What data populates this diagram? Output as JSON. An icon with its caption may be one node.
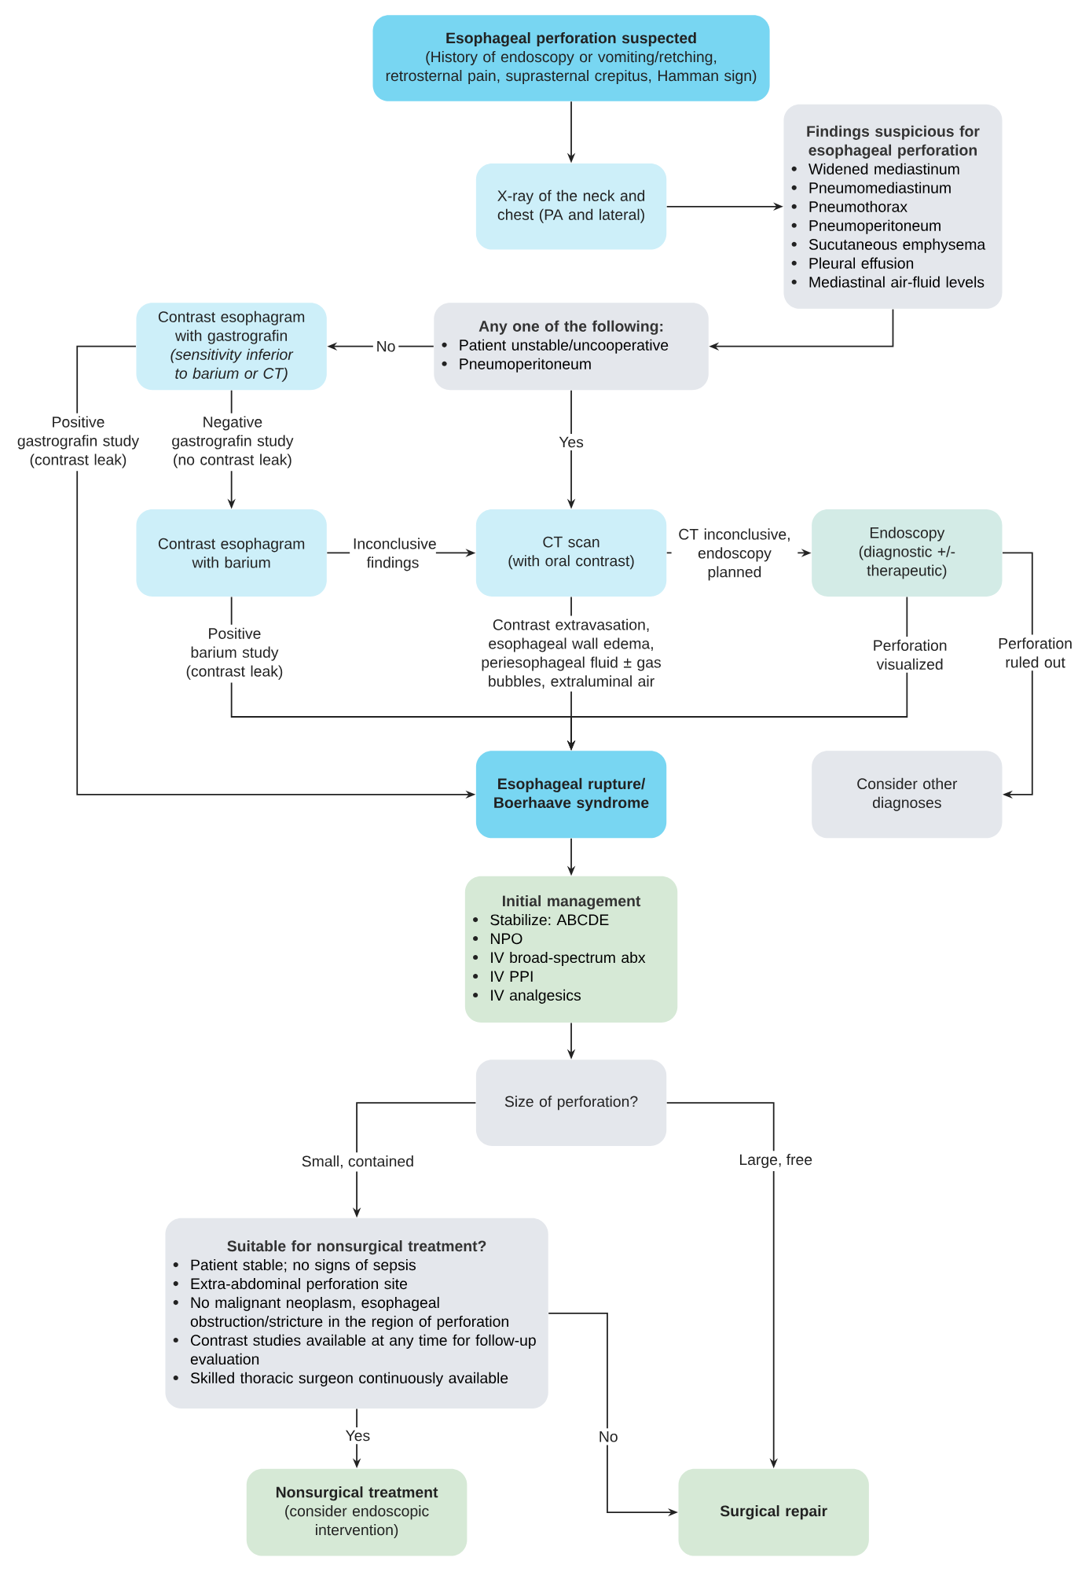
{
  "diagram": {
    "nodes": [
      {
        "text": [
          "Esophageal perforation suspected",
          "(History of endoscopy or vomiting/retching, retrosternal pain, suprasternal crepitus, Hamman sign)"
        ]
      },
      {
        "text": [
          "X-ray of the neck and chest (PA and lateral)"
        ]
      },
      {
        "text": [
          "Findings suspicious for esophageal perforation",
          "Widened mediastinum",
          "Pneumomediastinum",
          "Pneumothorax",
          "Pneumoperitoneum",
          "Sucutaneous emphysema",
          "Pleural effusion",
          "Mediastinal air-fluid levels"
        ]
      },
      {
        "text": [
          "Any one of the following:",
          "Patient unstable/uncooperative",
          "Pneumoperitoneum"
        ]
      },
      {
        "text": [
          "Contrast esophagram with gastrografin",
          "(sensitivity inferior to barium or CT)"
        ]
      },
      {
        "text": [
          "Contrast esophagram with barium"
        ]
      },
      {
        "text": [
          "CT scan",
          "(with oral contrast)"
        ]
      },
      {
        "text": [
          "Endoscopy",
          "(diagnostic +/- therapeutic)"
        ]
      },
      {
        "text": [
          "Esophageal rupture/ Boerhaave syndrome"
        ]
      },
      {
        "text": [
          "Consider other diagnoses"
        ]
      },
      {
        "text": [
          "Initial management",
          "Stabilize: ABCDE",
          "NPO",
          "IV broad-spectrum abx",
          "IV PPI",
          "IV analgesics"
        ]
      },
      {
        "text": [
          "Size of perforation?"
        ]
      },
      {
        "text": [
          "Suitable for nonsurgical treatment?",
          "Patient stable; no signs of sepsis",
          "Extra-abdominal perforation site",
          "No malignant neoplasm, esophageal obstruction/stricture in the region of perforation",
          "Contrast studies available at any time for follow-up evaluation",
          "Skilled thoracic surgeon continuously available"
        ]
      },
      {
        "text": [
          "Nonsurgical treatment",
          "(consider endoscopic intervention)"
        ]
      },
      {
        "text": [
          "Surgical repair"
        ]
      }
    ],
    "edges": [
      {
        "from": 0,
        "to": 1,
        "arrow": "to"
      },
      {
        "from": 1,
        "to": 2,
        "arrow": "to"
      },
      {
        "from": 2,
        "to": 3,
        "arrow": "to"
      },
      {
        "from": 3,
        "to": 4,
        "arrow": "to",
        "label": "No"
      },
      {
        "from": 3,
        "to": 6,
        "arrow": "to",
        "label": "Yes"
      },
      {
        "from": 4,
        "to": 8,
        "arrow": "to",
        "label": "Positive gastrografin study (contrast leak)"
      },
      {
        "from": 4,
        "to": 5,
        "arrow": "to",
        "label": "Negative gastrografin study (no contrast leak)"
      },
      {
        "from": 5,
        "to": 6,
        "arrow": "to",
        "label": "Inconclusive findings"
      },
      {
        "from": 6,
        "to": 7,
        "arrow": "to",
        "label": "CT inconclusive, endoscopy planned"
      },
      {
        "from": 6,
        "to": 8,
        "arrow": "to",
        "label": "Contrast extravasation, esophageal wall edema, periesophageal fluid ± gas bubbles, extraluminal air"
      },
      {
        "from": 5,
        "to": 8,
        "arrow": "to",
        "label": "Positive barium study (contrast leak)"
      },
      {
        "from": 7,
        "to": 8,
        "arrow": "to",
        "label": "Perforation visualized"
      },
      {
        "from": 7,
        "to": 9,
        "arrow": "to",
        "label": "Perforation ruled out"
      },
      {
        "from": 8,
        "to": 10,
        "arrow": "to"
      },
      {
        "from": 10,
        "to": 11,
        "arrow": "to"
      },
      {
        "from": 11,
        "to": 12,
        "arrow": "to",
        "label": "Small, contained"
      },
      {
        "from": 11,
        "to": 14,
        "arrow": "to",
        "label": "Large, free"
      },
      {
        "from": 12,
        "to": 13,
        "arrow": "to",
        "label": "Yes"
      },
      {
        "from": 12,
        "to": 14,
        "arrow": "to",
        "label": "No"
      }
    ]
  }
}
